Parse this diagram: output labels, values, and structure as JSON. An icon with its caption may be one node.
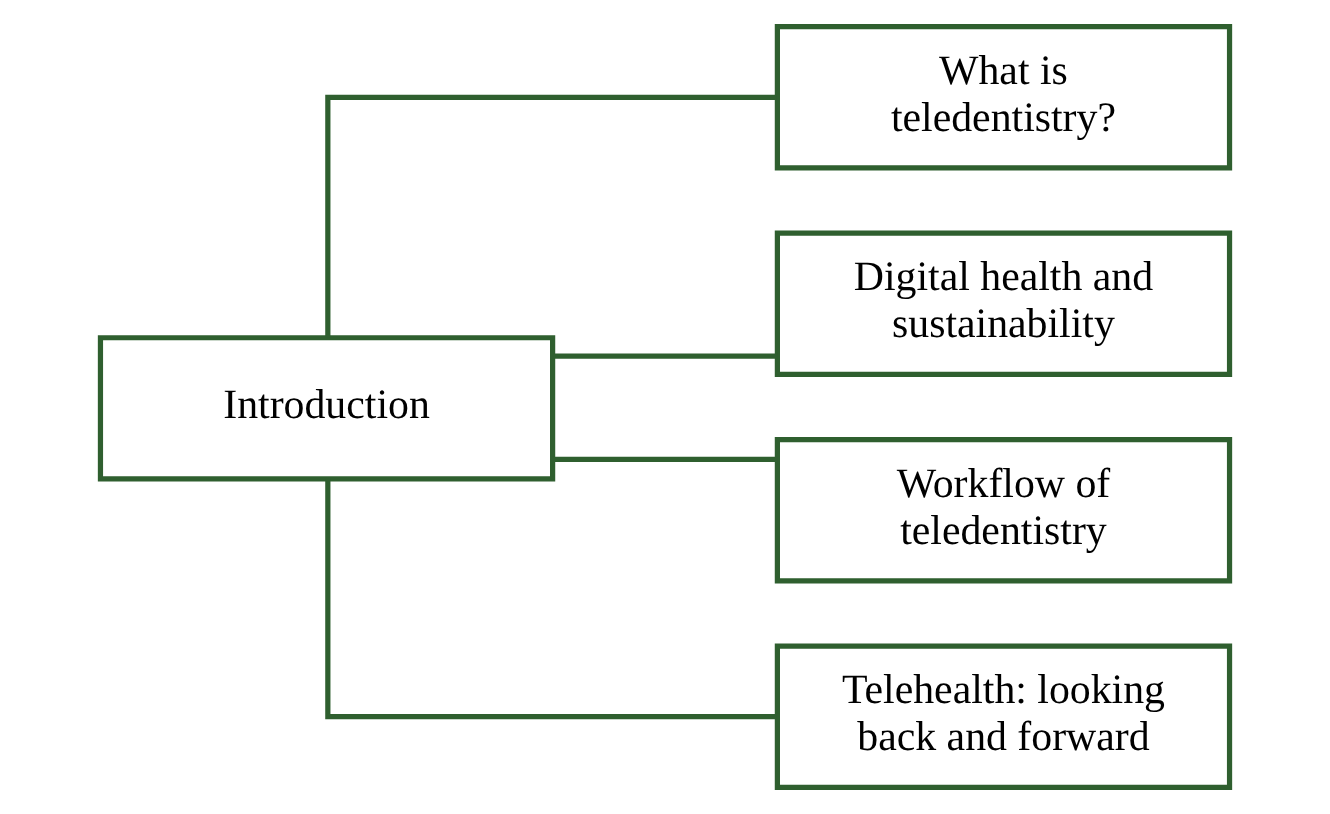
{
  "diagram": {
    "nodes": [
      {
        "text": [
          "Introduction"
        ]
      },
      {
        "text": [
          "What is teledentistry?"
        ]
      },
      {
        "text": [
          "Digital health and sustainability"
        ]
      },
      {
        "text": [
          "Workflow of teledentistry"
        ]
      },
      {
        "text": [
          "Telehealth: looking back and forward"
        ]
      }
    ],
    "edges": [
      {
        "from": 0,
        "to": 1,
        "arrow": "none"
      },
      {
        "from": 0,
        "to": 2,
        "arrow": "none"
      },
      {
        "from": 0,
        "to": 3,
        "arrow": "none"
      },
      {
        "from": 0,
        "to": 4,
        "arrow": "none"
      }
    ]
  }
}
